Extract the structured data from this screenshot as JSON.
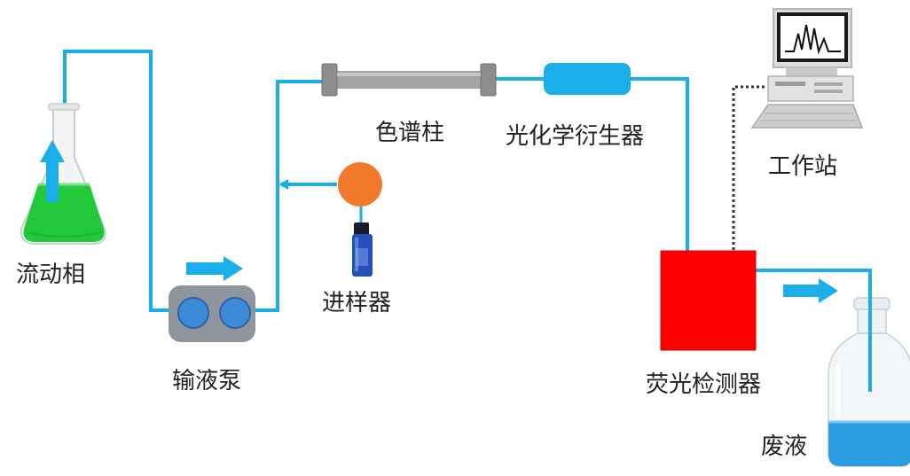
{
  "labels": {
    "mobile_phase": "流动相",
    "pump": "输液泵",
    "injector": "进样器",
    "column": "色谱柱",
    "derivatizer": "光化学衍生器",
    "workstation": "工作站",
    "detector": "荧光检测器",
    "waste": "废液"
  },
  "colors": {
    "tubing": "#1aaeea",
    "flow_arrow": "#1aaeea",
    "mobile_phase_liquid": "#22c93a",
    "waste_liquid": "#2a9ee0",
    "pump_body": "#8f959c",
    "pump_heads": "#3f8ad8",
    "injector_valve": "#f07a2a",
    "column_body": "#a3a3a3",
    "derivatizer": "#1aaeea",
    "detector": "#ff0000",
    "signal_line": "#333333"
  },
  "icons": {
    "mobile_phase": "erlenmeyer-flask-icon",
    "injector_vial": "sample-vial-icon",
    "workstation": "computer-icon",
    "waste": "reagent-bottle-icon"
  }
}
